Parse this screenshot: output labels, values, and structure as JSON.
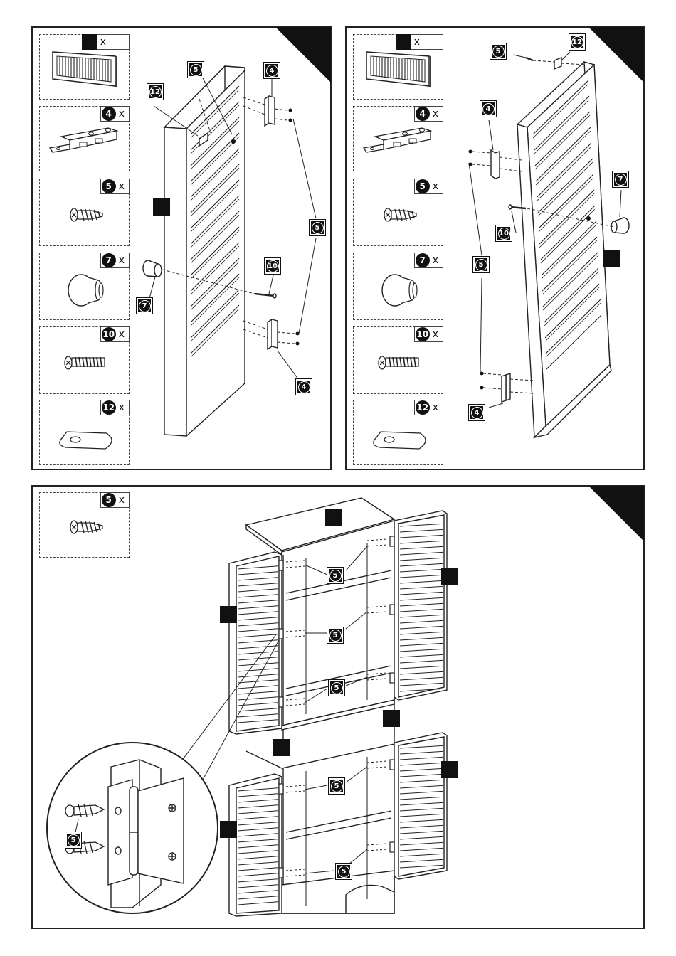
{
  "panels": [
    {
      "id": "step-a",
      "parts": [
        {
          "part": "",
          "mark": "x",
          "icon": "shutter-panel-icon"
        },
        {
          "part": "4",
          "mark": "x",
          "icon": "hinge-icon"
        },
        {
          "part": "5",
          "mark": "x",
          "icon": "wood-screw-icon"
        },
        {
          "part": "7",
          "mark": "x",
          "icon": "knob-icon"
        },
        {
          "part": "10",
          "mark": "x",
          "icon": "machine-screw-icon"
        },
        {
          "part": "12",
          "mark": "x",
          "icon": "washer-plate-icon"
        }
      ],
      "callouts": [
        "12",
        "5",
        "4",
        "5",
        "10",
        "7",
        "4"
      ]
    },
    {
      "id": "step-b",
      "parts": [
        {
          "part": "",
          "mark": "x",
          "icon": "shutter-panel-icon"
        },
        {
          "part": "4",
          "mark": "x",
          "icon": "hinge-icon"
        },
        {
          "part": "5",
          "mark": "x",
          "icon": "wood-screw-icon"
        },
        {
          "part": "7",
          "mark": "x",
          "icon": "knob-icon"
        },
        {
          "part": "10",
          "mark": "x",
          "icon": "machine-screw-icon"
        },
        {
          "part": "12",
          "mark": "x",
          "icon": "washer-plate-icon"
        }
      ],
      "callouts": [
        "5",
        "12",
        "4",
        "7",
        "10",
        "5",
        "4"
      ]
    },
    {
      "id": "step-c",
      "parts": [
        {
          "part": "5",
          "mark": "x",
          "icon": "wood-screw-icon"
        }
      ],
      "callouts": [
        "5",
        "5",
        "5",
        "5",
        "5",
        "5"
      ]
    }
  ],
  "colors": {
    "ink": "#111111",
    "paper": "#ffffff",
    "line": "#222222"
  }
}
